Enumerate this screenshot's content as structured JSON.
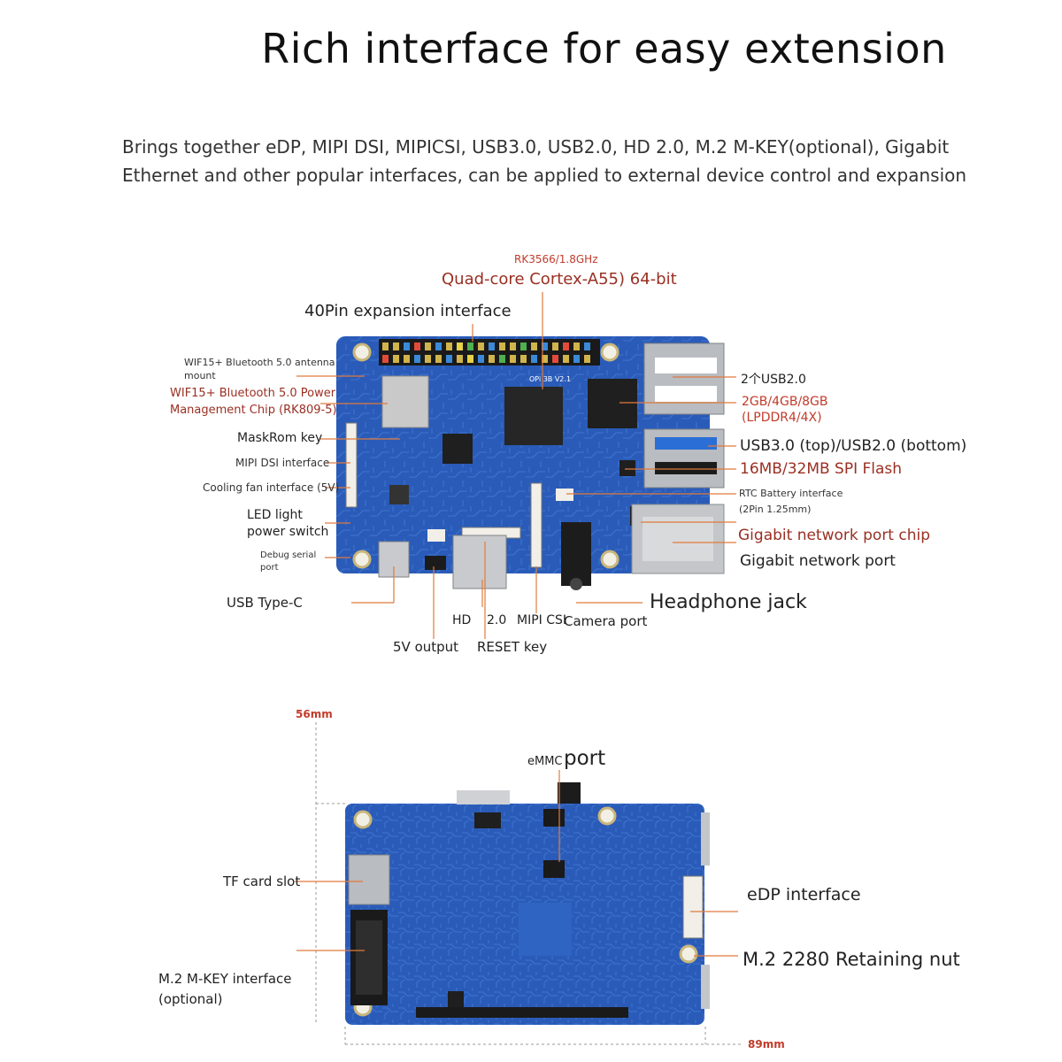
{
  "title": "Rich interface for easy extension",
  "description": {
    "line1": "Brings together eDP, MIPI DSI, MIPICSI, USB3.0, USB2.0, HD     2.0, M.2 M-KEY(optional), Gigabit",
    "line2": "Ethernet and other popular interfaces, can be applied to external device control and expansion"
  },
  "top_board": {
    "cpu_freq": "RK3566/1.8GHz",
    "cpu_core": "Quad-core Cortex-A55) 64-bit",
    "pin40": "40Pin expansion interface",
    "wifi_antenna_1": "WIF15+ Bluetooth 5.0 antenna",
    "wifi_antenna_2": "mount",
    "power_chip_1": "WIF15+ Bluetooth 5.0 Power",
    "power_chip_2": "Management Chip (RK809-5)",
    "maskrom": "MaskRom key",
    "mipi_dsi": "MIPI DSI interface",
    "cooling_fan": "Cooling fan interface (5V)",
    "led_light": "LED light",
    "power_switch": "power switch",
    "debug_1": "Debug serial",
    "debug_2": "port",
    "usb_typec": "USB Type-C",
    "usb20": "2个USB2.0",
    "ram_1": "2GB/4GB/8GB",
    "ram_2": "(LPDDR4/4X)",
    "usb30": "USB3.0 (top)/USB2.0 (bottom)",
    "spi_flash": "16MB/32MB SPI Flash",
    "rtc_1": "RTC Battery interface",
    "rtc_2": "(2Pin 1.25mm)",
    "gbe_chip": "Gigabit network port chip",
    "gbe_port": "Gigabit network port",
    "headphone": "Headphone jack",
    "hdmi_a": "HD",
    "hdmi_b": "2.0",
    "mipi_csi": "MIPI CSI",
    "camera": "Camera port",
    "out5v": "5V output",
    "reset": "RESET key",
    "silk_model": "OPi 3B V2.1"
  },
  "bottom_board": {
    "width_dim": "56mm",
    "length_dim": "89mm",
    "emmc_small": "eMMC",
    "emmc_big": "port",
    "tf_card": "TF card slot",
    "mkey_1": "M.2 M-KEY interface",
    "mkey_2": "(optional)",
    "edp": "eDP interface",
    "m2_nut": "M.2 2280 Retaining nut"
  },
  "colors": {
    "board_blue": "#2a5bb8",
    "trace_blue": "#3f78d6",
    "label_red": "#9a2f22",
    "dim_red": "#c23a2a",
    "leader_orange": "#e07a3c"
  }
}
